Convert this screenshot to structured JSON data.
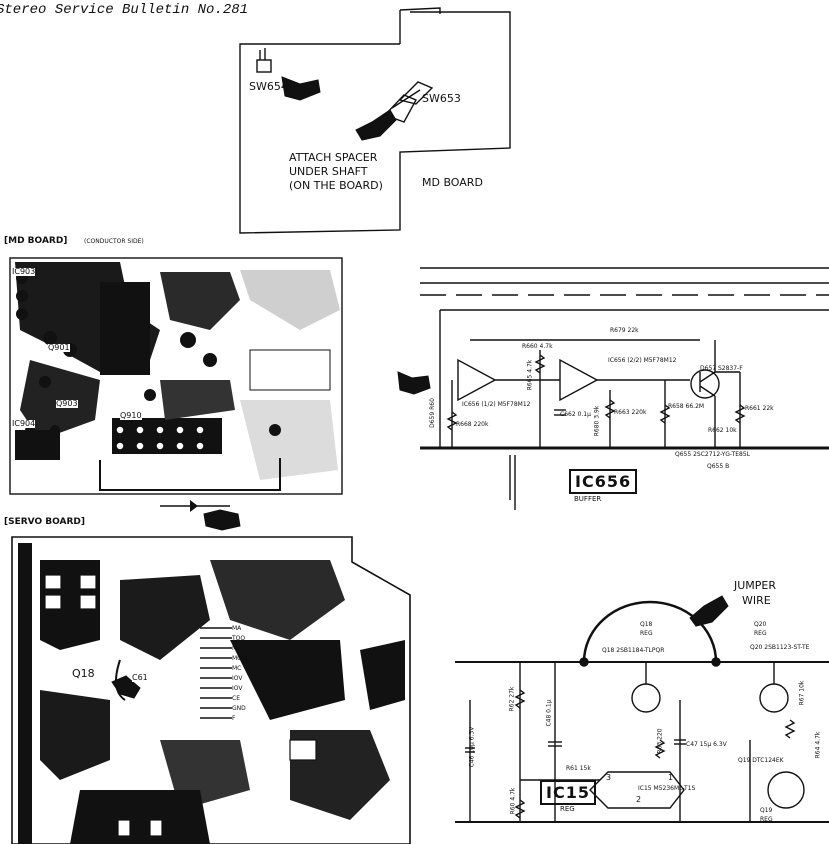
{
  "header": {
    "title": "Stereo Service Bulletin No.281"
  },
  "top_diagram": {
    "sw654": "SW654",
    "sw653": "SW653",
    "instruction_lines": [
      "ATTACH SPACER",
      "UNDER SHAFT",
      "(ON THE BOARD)"
    ],
    "board_label": "MD BOARD"
  },
  "md_board": {
    "heading": "[MD BOARD]",
    "subheading": "(CONDUCTOR SIDE)",
    "refs": [
      "IC903",
      "Q901",
      "Q903",
      "IC904",
      "Q910"
    ]
  },
  "buffer_schematic": {
    "ic_label": "IC656",
    "caption": "BUFFER",
    "parts": [
      "R679 22k",
      "R660 4.7k",
      "IC656 (1/2) M5F78M12",
      "IC656 (2/2) M5F78M12",
      "R665 4.7k",
      "C662 0.1µ",
      "R680 3.9k",
      "R663 220k",
      "R668 220k",
      "D659 R60",
      "R658 66.2M",
      "D657 S2837-F",
      "R661 22k",
      "R662 10k",
      "Q655 2SC2712-YG-TE85L",
      "Q655 B"
    ]
  },
  "servo_board": {
    "heading": "[SERVO BOARD]",
    "refs": [
      "Q18",
      "C61"
    ],
    "pin_labels": [
      "MA",
      "TOO",
      "MB",
      "MONE",
      "MC",
      "IOV",
      "IOV",
      "CE",
      "GND",
      "F"
    ]
  },
  "reg_schematic": {
    "ic_label": "IC15",
    "ic_caption": "REG",
    "jumper_label": [
      "JUMPER",
      "WIRE"
    ],
    "parts": [
      "Q18",
      "REG",
      "Q18 2SB1184-TLPQR",
      "Q20",
      "REG",
      "Q20 2SB1123-ST-TE",
      "R62 27k",
      "C48 0.1µ",
      "R63 220",
      "C46 10µ 6.3V",
      "C47 15µ 6.3V",
      "R61 15k",
      "R60 4.7k",
      "IC15 M5236ML-T1S",
      "Q19 DTC124EK",
      "Q19",
      "REG",
      "R67 10k",
      "R64 4.7k"
    ],
    "pins": [
      "3",
      "1",
      "2"
    ]
  }
}
